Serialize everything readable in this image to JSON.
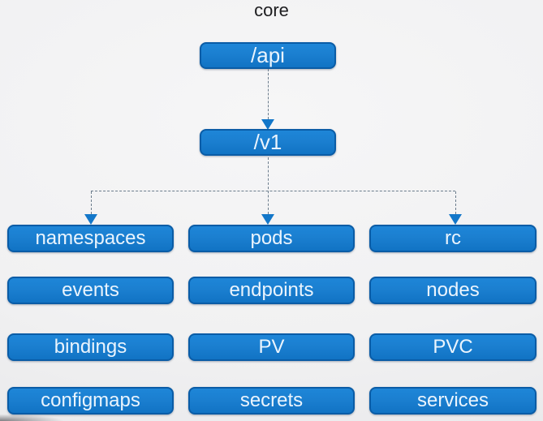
{
  "title": "core",
  "tree": {
    "root": {
      "label": "/api"
    },
    "child": {
      "label": "/v1"
    }
  },
  "grid": {
    "columns": [
      {
        "items": [
          "namespaces",
          "events",
          "bindings",
          "configmaps"
        ]
      },
      {
        "items": [
          "pods",
          "endpoints",
          "PV",
          "secrets"
        ]
      },
      {
        "items": [
          "rc",
          "nodes",
          "PVC",
          "services"
        ]
      }
    ]
  },
  "colors": {
    "node_fill": "#1b7fd0",
    "node_border": "#0a5ca6",
    "node_text": "#eaf4fd",
    "connector": "#6b7c8c",
    "arrowhead": "#1377c9",
    "background": "#f1f1f2",
    "title_text": "#1d1d1f"
  }
}
